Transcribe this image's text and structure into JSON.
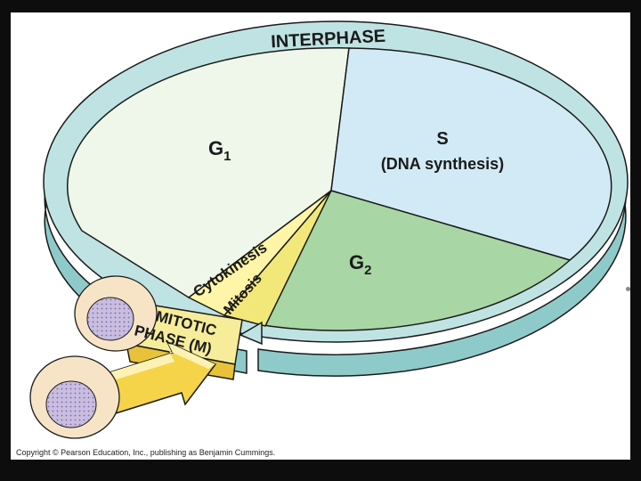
{
  "labels": {
    "interphase": "INTERPHASE",
    "s_phase": "S",
    "s_phase_sub": "(DNA synthesis)",
    "g1_main": "G",
    "g1_sub": "1",
    "g2_main": "G",
    "g2_sub": "2",
    "cytokinesis": "Cytokinesis",
    "mitosis": "Mitosis",
    "mitotic_line1": "MITOTIC",
    "mitotic_line2": "PHASE (M)"
  },
  "copyright": "Copyright © Pearson Education, Inc., publishing as Benjamin Cummings.",
  "colors": {
    "ring": "#bfe3e3",
    "ring_side": "#8fcaca",
    "g1": "#eef7ea",
    "s": "#d2eaf6",
    "g2": "#a8d6a4",
    "mitotic": "#f7ec9a",
    "cytokinesis": "#fff5a8",
    "arrow": "#f6d44a",
    "cell": "#f7e4c6",
    "nucleus": "#c9bde0"
  }
}
